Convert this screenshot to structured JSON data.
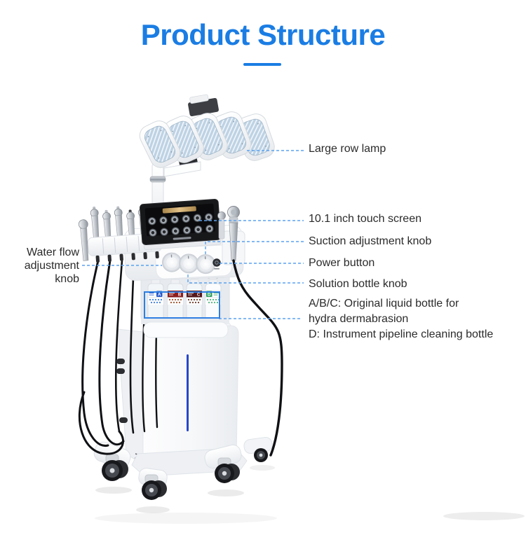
{
  "title": {
    "text": "Product Structure"
  },
  "callouts": {
    "water_flow": {
      "label": "Water flow adjustment knob"
    },
    "large_row_lamp": {
      "label": "Large row lamp"
    },
    "touch_screen": {
      "label": "10.1 inch touch screen"
    },
    "suction_knob": {
      "label": "Suction adjustment knob"
    },
    "power_button": {
      "label": "Power button"
    },
    "solution_knob": {
      "label": "Solution bottle knob"
    },
    "bottles": {
      "line1": "A/B/C: Original liquid bottle for",
      "line2": "hydra dermabrasion",
      "line3": "D: Instrument pipeline cleaning bottle"
    }
  },
  "bottles": {
    "letters": [
      "A",
      "B",
      "C",
      "D"
    ]
  },
  "colors": {
    "accent_blue": "#1a7de4",
    "leader_blue": "#5aa2f0",
    "highlight_box": "#2f7fe2",
    "bottle_a": "#2857c8",
    "bottle_b": "#8d1e1e",
    "bottle_c": "#54181c",
    "bottle_d": "#2fa05f"
  }
}
